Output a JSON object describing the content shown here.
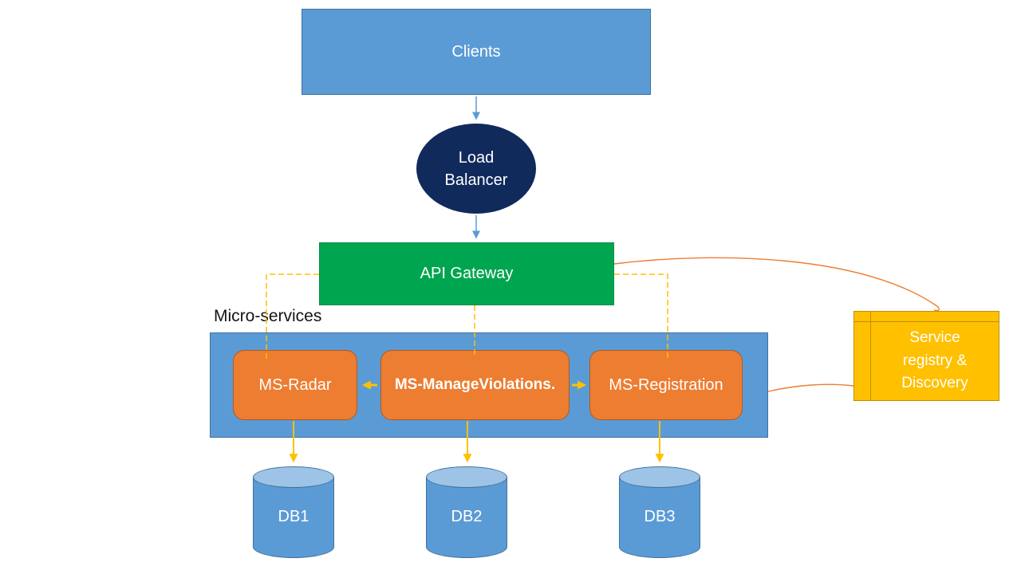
{
  "colors": {
    "node_blue": "#5B9BD5",
    "node_blue_border": "#41719C",
    "node_navy": "#112A5C",
    "node_green": "#00A550",
    "node_orange": "#ED7D31",
    "node_yellow": "#FFC000",
    "cylinder_top_blue": "#9DC3E6",
    "connector_blue": "#5B9BD5",
    "connector_yellow": "#FFC000",
    "connector_orange": "#ED7D31"
  },
  "nodes": {
    "clients": {
      "label": "Clients"
    },
    "load_balancer": {
      "lines": [
        "Load",
        "Balancer"
      ]
    },
    "api_gateway": {
      "label": "API Gateway"
    },
    "microservices_group_label": "Micro-services",
    "services": [
      {
        "label": "MS-Radar"
      },
      {
        "label": "MS-ManageViolations."
      },
      {
        "label": "MS-Registration"
      }
    ],
    "databases": [
      {
        "label": "DB1"
      },
      {
        "label": "DB2"
      },
      {
        "label": "DB3"
      }
    ],
    "service_registry": {
      "lines": [
        "Service",
        "registry &",
        "Discovery"
      ]
    }
  }
}
